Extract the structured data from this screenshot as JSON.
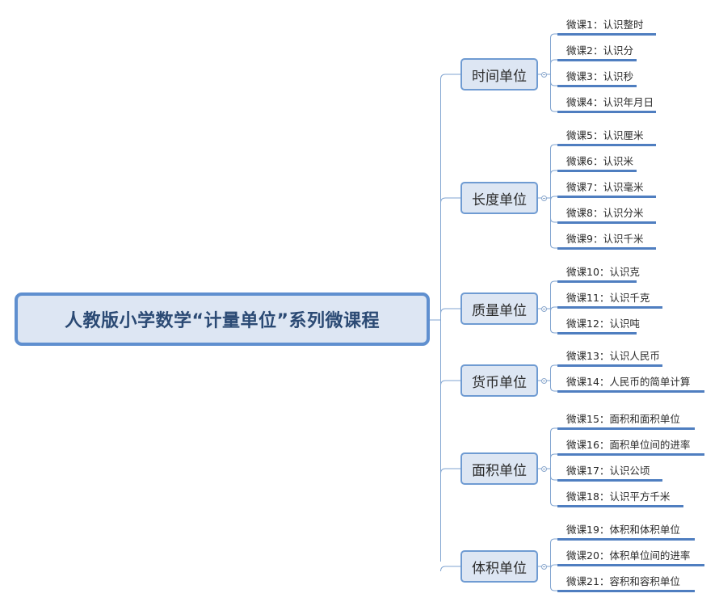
{
  "mindmap": {
    "root": "人教版小学数学“计量单位”系列微课程",
    "categories": [
      {
        "label": "时间单位",
        "items": [
          "微课1：认识整时",
          "微课2：认识分",
          "微课3：认识秒",
          "微课4：认识年月日"
        ]
      },
      {
        "label": "长度单位",
        "items": [
          "微课5：认识厘米",
          "微课6：认识米",
          "微课7：认识毫米",
          "微课8：认识分米",
          "微课9：认识千米"
        ]
      },
      {
        "label": "质量单位",
        "items": [
          "微课10：认识克",
          "微课11：认识千克",
          "微课12：认识吨"
        ]
      },
      {
        "label": "货币单位",
        "items": [
          "微课13：认识人民币",
          "微课14：人民币的简单计算"
        ]
      },
      {
        "label": "面积单位",
        "items": [
          "微课15：面积和面积单位",
          "微课16：面积单位间的进率",
          "微课17：认识公顷",
          "微课18：认识平方千米"
        ]
      },
      {
        "label": "体积单位",
        "items": [
          "微课19：体积和体积单位",
          "微课20：体积单位间的进率",
          "微课21：容积和容积单位"
        ]
      }
    ]
  },
  "colors": {
    "node_fill": "#dde6f3",
    "root_border": "#5f8fcf",
    "node_border": "#6f9bd2",
    "connector": "#7fa3d0",
    "leaf_rule": "#4f7ec0"
  }
}
